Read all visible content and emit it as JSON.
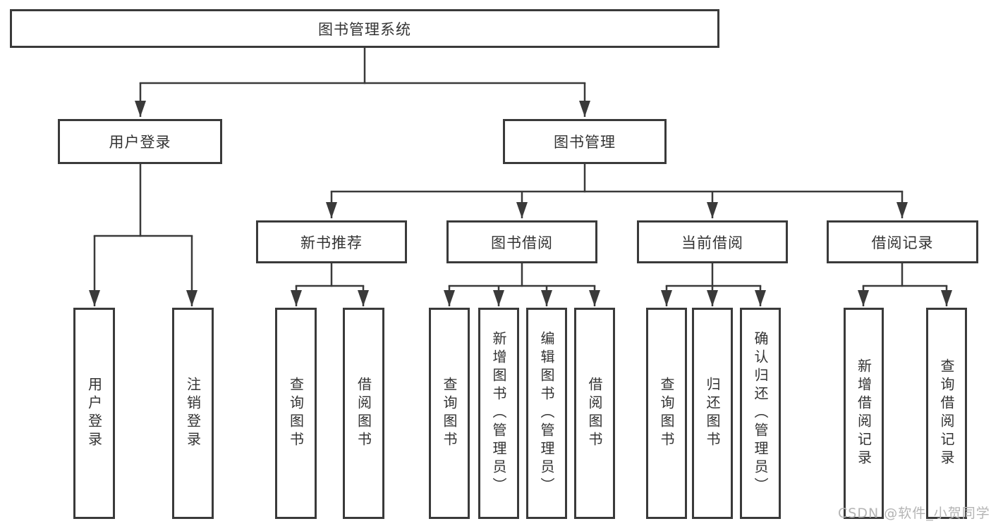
{
  "colors": {
    "line": "#3a3a3a",
    "text": "#333333",
    "box_background": "#ffffff",
    "watermark": "#b4b4b4",
    "page_background": "#ffffff"
  },
  "watermark": "CSDN @软件_小贺同学",
  "tree": {
    "root": "图书管理系统",
    "children": [
      {
        "label": "用户登录",
        "children": [
          "用户登录",
          "注销登录"
        ]
      },
      {
        "label": "图书管理",
        "children": [
          {
            "label": "新书推荐",
            "children": [
              "查询图书",
              "借阅图书"
            ]
          },
          {
            "label": "图书借阅",
            "children": [
              "查询图书",
              "新增图书（管理员）",
              "编辑图书（管理员）",
              "借阅图书"
            ]
          },
          {
            "label": "当前借阅",
            "children": [
              "查询图书",
              "归还图书",
              "确认归还（管理员）"
            ]
          },
          {
            "label": "借阅记录",
            "children": [
              "新增借阅记录",
              "查询借阅记录"
            ]
          }
        ]
      }
    ]
  }
}
